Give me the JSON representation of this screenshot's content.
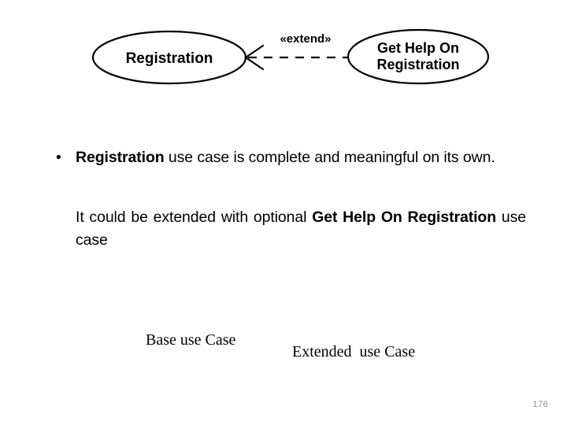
{
  "slide": {
    "background_color": "#ffffff",
    "page_number": "176"
  },
  "diagram": {
    "type": "uml-use-case",
    "stroke_color": "#000000",
    "base_use_case": {
      "shape": "ellipse",
      "label": "Registration"
    },
    "extending_use_case": {
      "shape": "ellipse",
      "label_line1": "Get Help On",
      "label_line2": "Registration"
    },
    "relationship": {
      "stereotype": "«extend»",
      "line_style": "dashed",
      "arrow_style": "open-arrowhead",
      "direction": "right-to-left"
    }
  },
  "content": {
    "bullet": {
      "marker": "•",
      "bold_lead": "Registration",
      "rest": " use case is complete and meaningful on its own."
    },
    "paragraph": {
      "prefix": "It could be extended with optional ",
      "bold_term": "Get Help On Registration",
      "suffix": " use case"
    }
  },
  "annotations": {
    "base_label": "Base use Case",
    "extended_label": "Extended  use Case"
  }
}
